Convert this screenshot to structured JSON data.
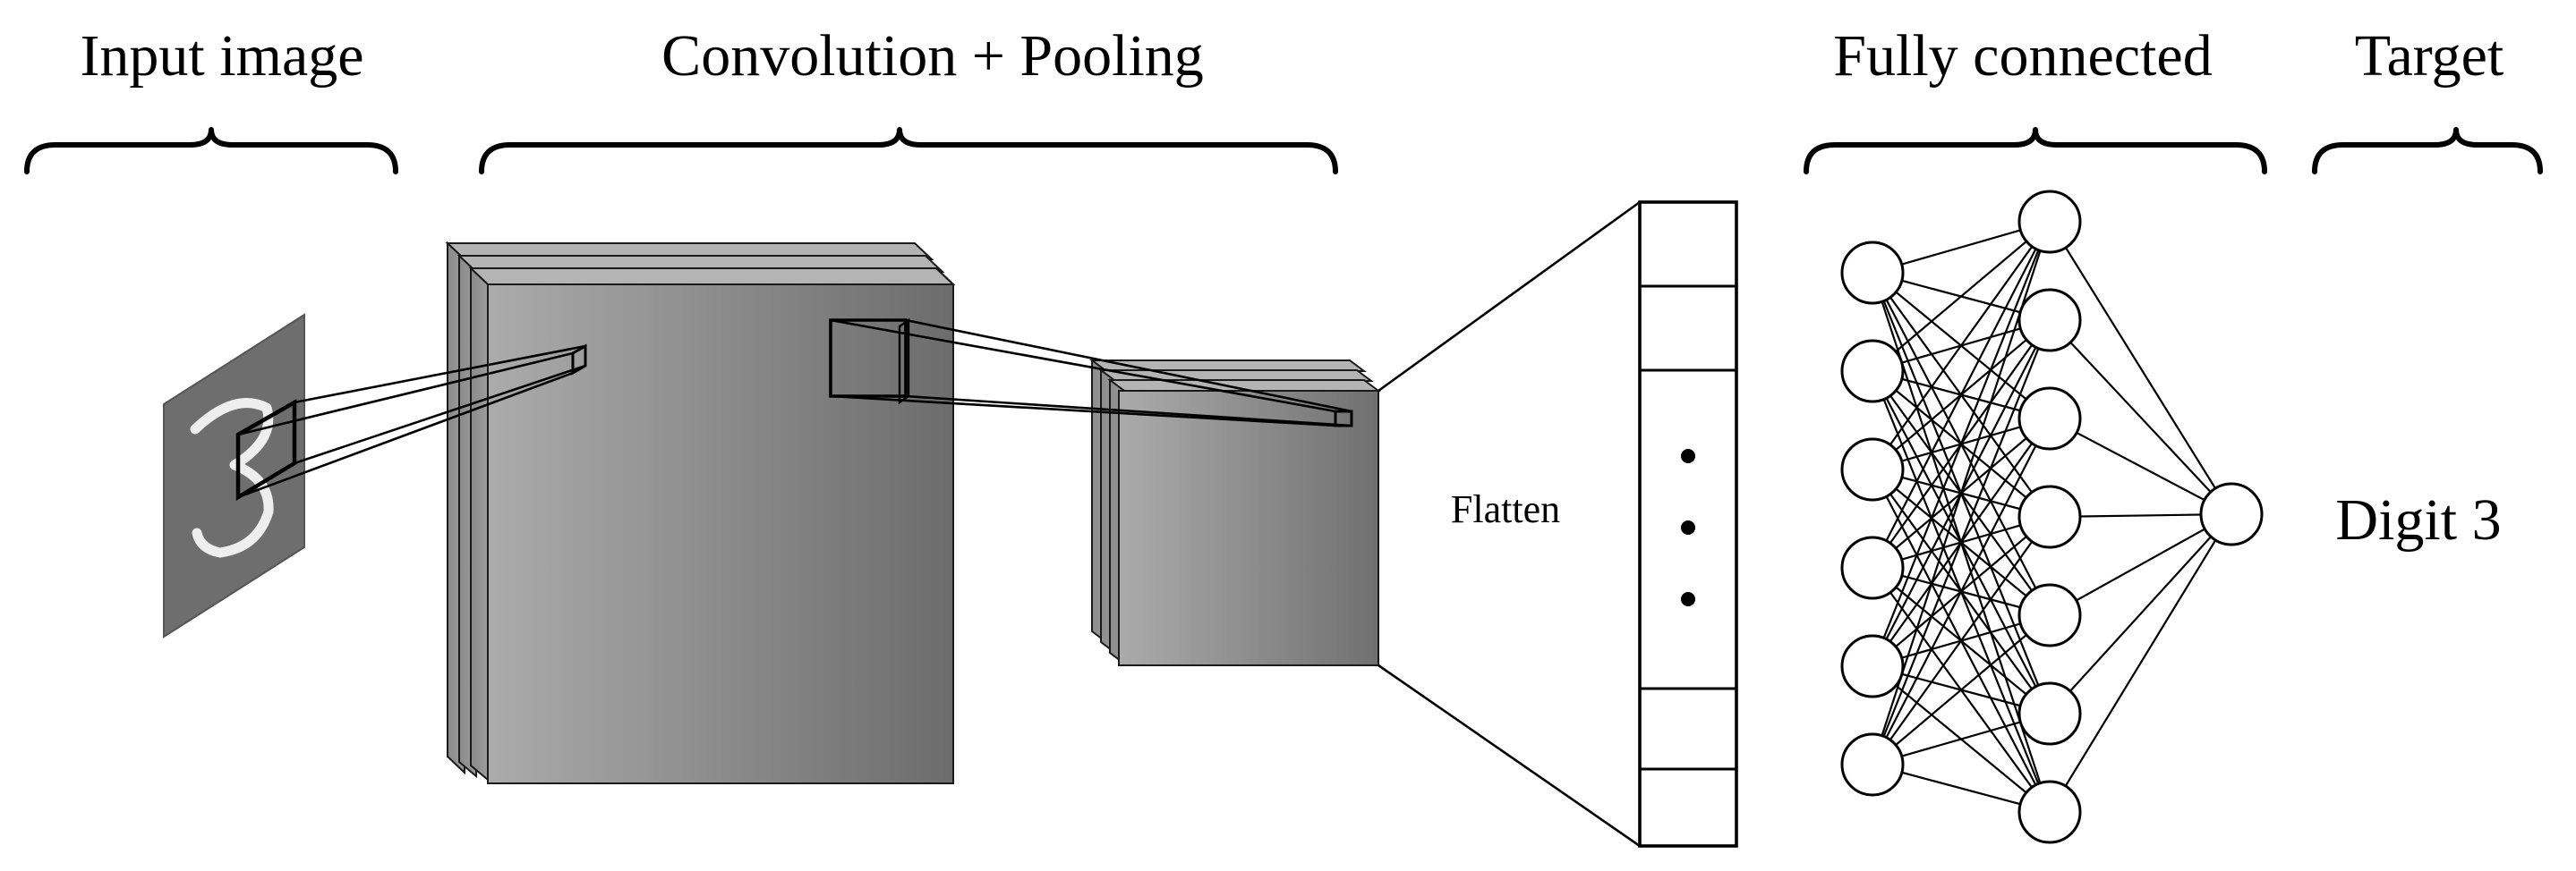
{
  "sections": {
    "input": "Input image",
    "conv_pool": "Convolution + Pooling",
    "fully_connected": "Fully connected",
    "target": "Target"
  },
  "labels": {
    "flatten": "Flatten",
    "output": "Digit 3"
  },
  "network": {
    "layer_sizes": [
      6,
      7,
      1
    ]
  },
  "colors": {
    "stroke": "#000000",
    "feature_map_light": "#a8a8a8",
    "feature_map_dark": "#707070",
    "input_image_bg": "#6e6e6e",
    "digit_stroke": "#f2f2f2",
    "node_fill": "#ffffff"
  }
}
